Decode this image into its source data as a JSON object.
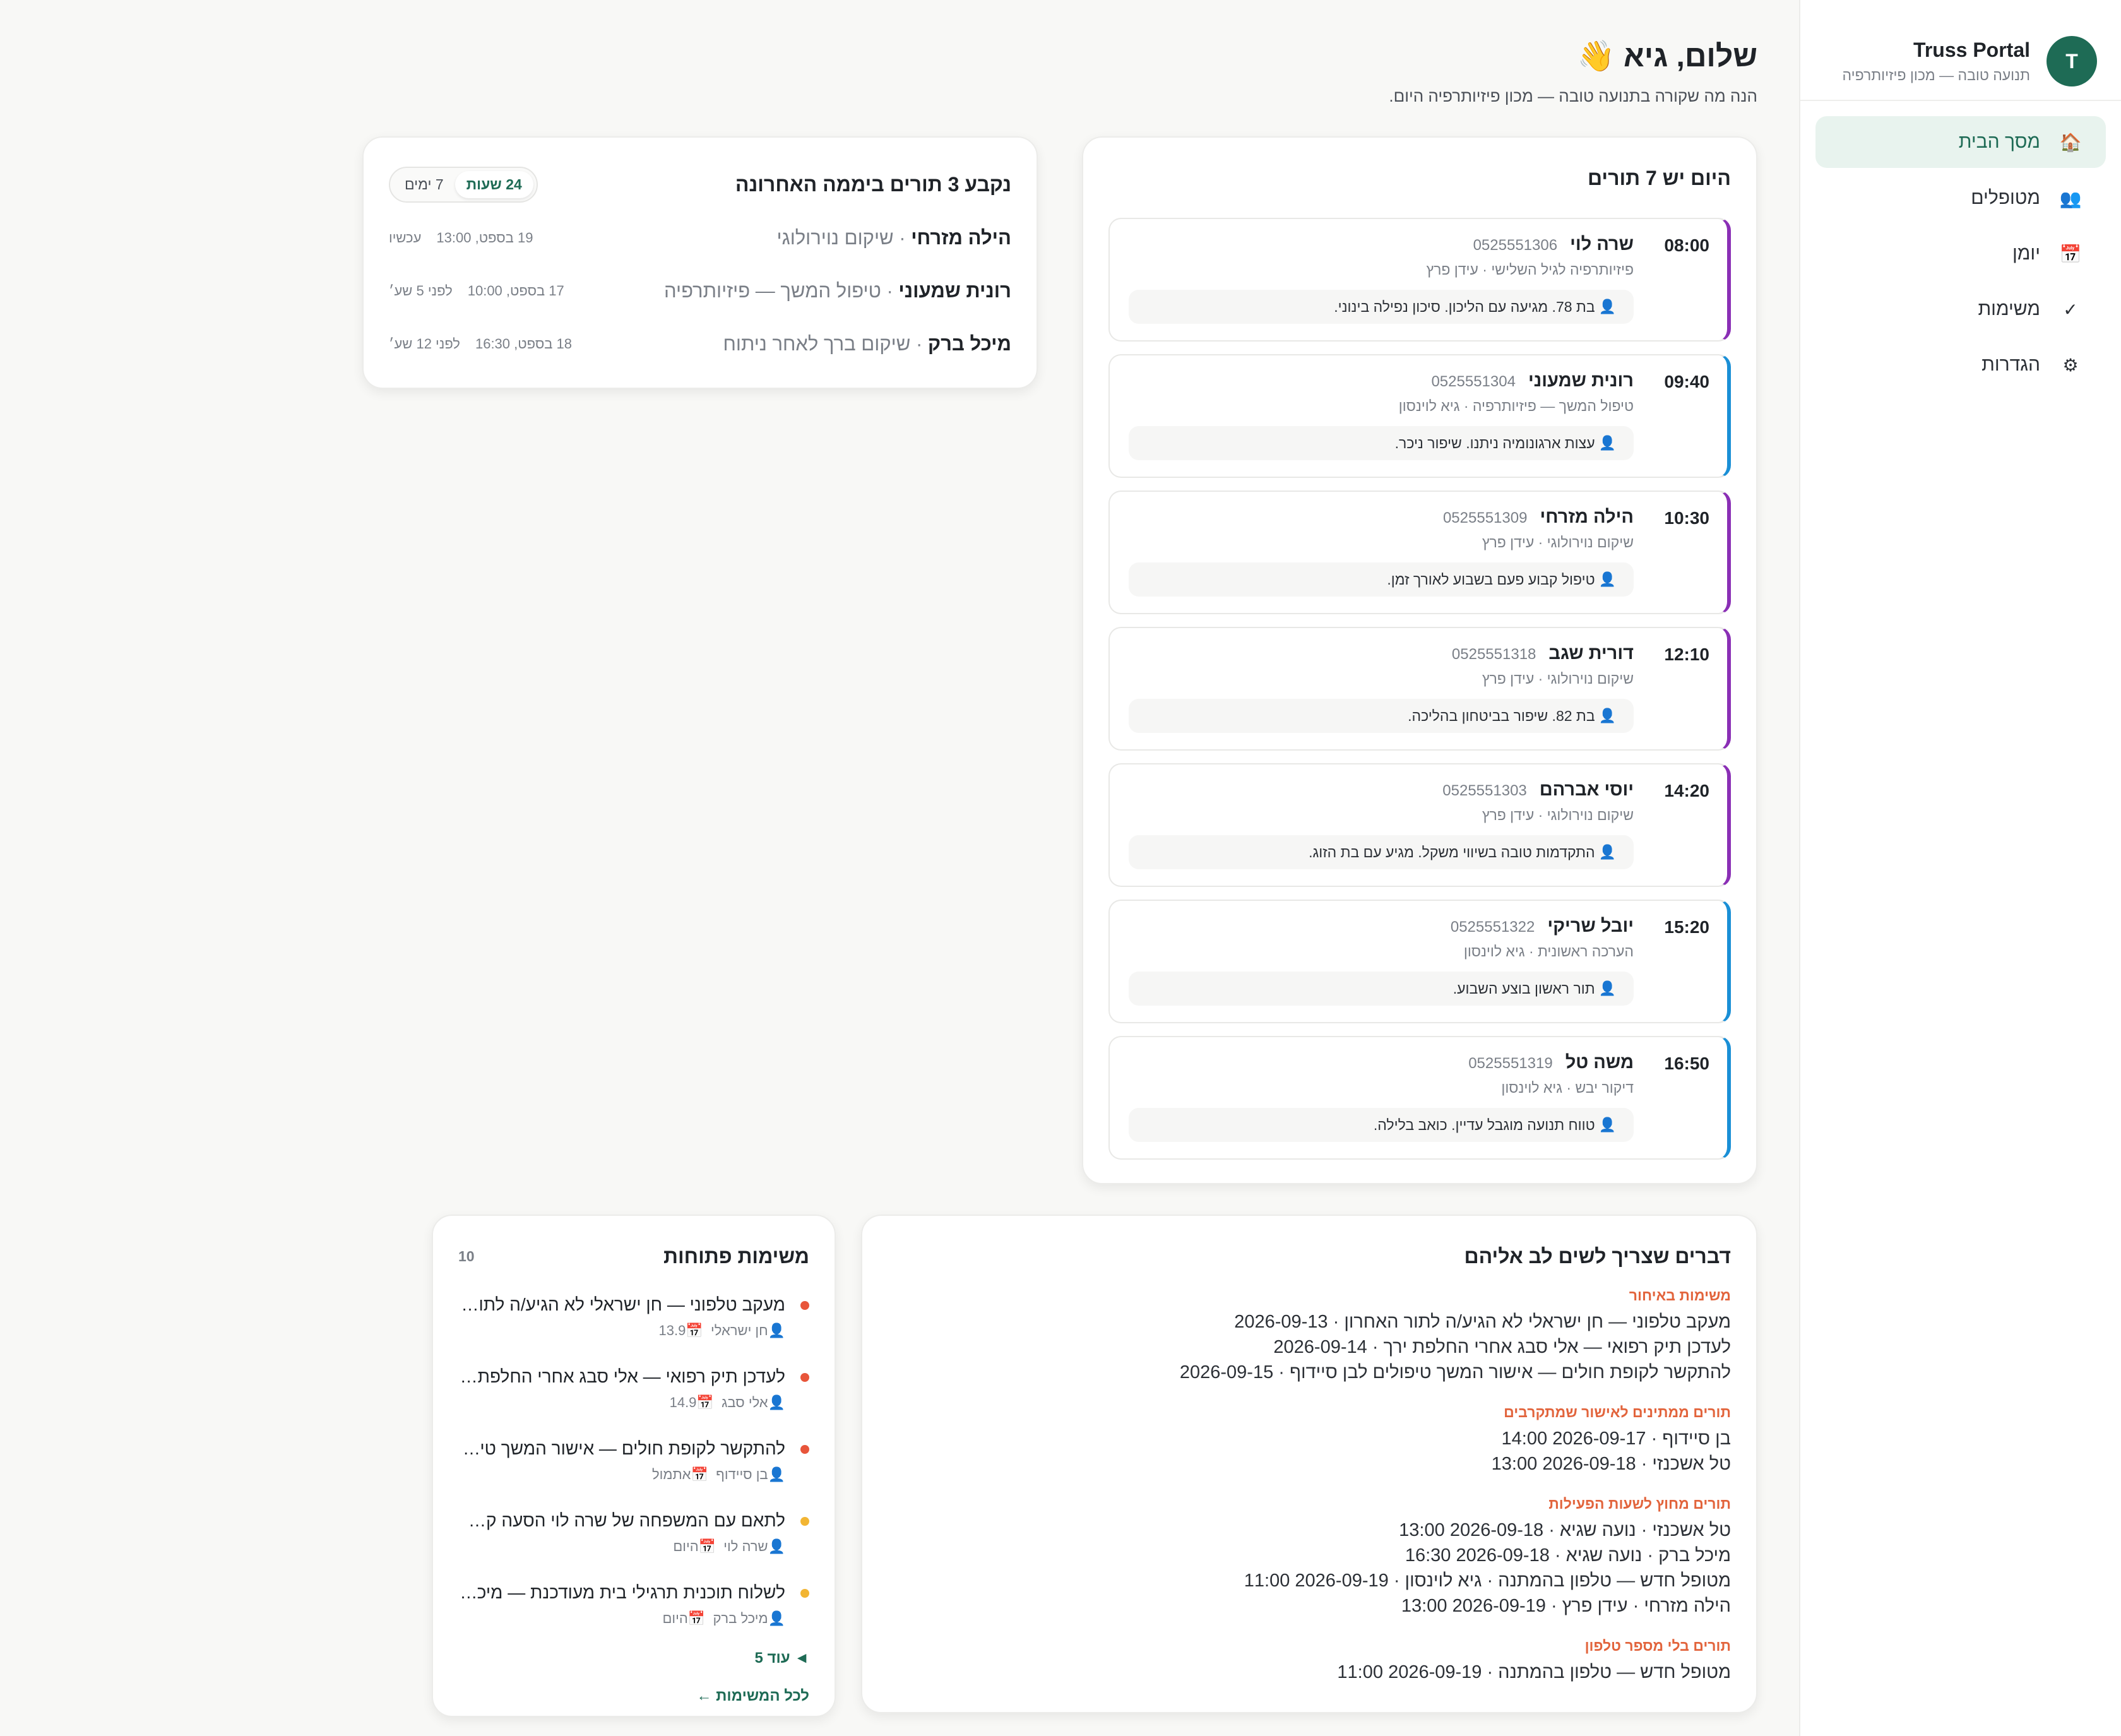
{
  "brand": {
    "name": "Truss Portal",
    "subtitle": "תנועה טובה — מכון פיזיותרפיה",
    "logo_letter": "T",
    "color": "#1e6b55"
  },
  "nav": [
    {
      "label": "מסך הבית",
      "icon": "🏠",
      "active": true
    },
    {
      "label": "מטופלים",
      "icon": "👥",
      "active": false
    },
    {
      "label": "יומן",
      "icon": "📅",
      "active": false
    },
    {
      "label": "משימות",
      "icon": "✓",
      "active": false
    },
    {
      "label": "הגדרות",
      "icon": "⚙",
      "active": false
    }
  ],
  "header": {
    "greeting": "שלום, גיא 👋",
    "subtitle": "הנה מה שקורה בתנועה טובה — מכון פיזיותרפיה היום."
  },
  "today": {
    "title": "היום יש 7 תורים",
    "appointments": [
      {
        "time": "08:00",
        "name": "שרה לוי",
        "phone": "0525551306",
        "sub": "פיזיותרפיה לגיל השלישי · עידן פרץ",
        "note": "בת 78. מגיעה עם הליכון. סיכון נפילה בינוני.",
        "color": "purple"
      },
      {
        "time": "09:40",
        "name": "רונית שמעוני",
        "phone": "0525551304",
        "sub": "טיפול המשך — פיזיותרפיה · גיא לוינסון",
        "note": "עצות ארגונומיה ניתנו. שיפור ניכר.",
        "color": "blue"
      },
      {
        "time": "10:30",
        "name": "הילה מזרחי",
        "phone": "0525551309",
        "sub": "שיקום נוירולוגי · עידן פרץ",
        "note": "טיפול קבוע פעם בשבוע לאורך זמן.",
        "color": "purple"
      },
      {
        "time": "12:10",
        "name": "דורית שגב",
        "phone": "0525551318",
        "sub": "שיקום נוירולוגי · עידן פרץ",
        "note": "בת 82. שיפור בביטחון בהליכה.",
        "color": "purple"
      },
      {
        "time": "14:20",
        "name": "יוסי אברהם",
        "phone": "0525551303",
        "sub": "שיקום נוירולוגי · עידן פרץ",
        "note": "התקדמות טובה בשיווי משקל. מגיע עם בת הזוג.",
        "color": "purple"
      },
      {
        "time": "15:20",
        "name": "יובל שריקי",
        "phone": "0525551322",
        "sub": "הערכה ראשונית · גיא לוינסון",
        "note": "תור ראשון בוצע השבוע.",
        "color": "blue"
      },
      {
        "time": "16:50",
        "name": "משה טל",
        "phone": "0525551319",
        "sub": "דיקור יבש · גיא לוינסון",
        "note": "טווח תנועה מוגבל עדיין. כואב בלילה.",
        "color": "blue"
      }
    ]
  },
  "recent": {
    "title": "נקבע 3 תורים ביממה האחרונה",
    "toggle": {
      "hours": "24 שעות",
      "days": "7 ימים"
    },
    "rows": [
      {
        "name": "הילה מזרחי",
        "type": "שיקום נוירולוגי",
        "date": "19 בספט, 13:00",
        "ago": "עכשיו"
      },
      {
        "name": "רונית שמעוני",
        "type": "טיפול המשך — פיזיותרפיה",
        "date": "17 בספט, 10:00",
        "ago": "לפני 5 שע׳"
      },
      {
        "name": "מיכל ברק",
        "type": "שיקום ברך לאחר ניתוח",
        "date": "18 בספט, 16:30",
        "ago": "לפני 12 שע׳"
      }
    ]
  },
  "attention": {
    "title": "דברים שצריך לשים לב אליהם",
    "groups": [
      {
        "title": "משימות באיחור",
        "lines": [
          "מעקב טלפוני — חן ישראלי לא הגיע/ה לתור האחרון · 2026-09-13",
          "לעדכן תיק רפואי — אלי סבג אחרי החלפת ירך · 2026-09-14",
          "להתקשר לקופת חולים — אישור המשך טיפולים לבן סיידוף · 2026-09-15"
        ]
      },
      {
        "title": "תורים ממתינים לאישור שמתקרבים",
        "lines": [
          "בן סיידוף · 2026-09-17 14:00",
          "טל אשכנזי · 2026-09-18 13:00"
        ]
      },
      {
        "title": "תורים מחוץ לשעות הפעילות",
        "lines": [
          "טל אשכנזי · נועה שגיא · 2026-09-18 13:00",
          "מיכל ברק · נועה שגיא · 2026-09-18 16:30",
          "מטופל חדש — טלפון בהמתנה · גיא לוינסון · 2026-09-19 11:00",
          "הילה מזרחי · עידן פרץ · 2026-09-19 13:00"
        ]
      },
      {
        "title": "תורים בלי מספר טלפון",
        "lines": [
          "מטופל חדש — טלפון בהמתנה · 2026-09-19 11:00"
        ]
      }
    ]
  },
  "tasks": {
    "title": "משימות פתוחות",
    "count": "10",
    "items": [
      {
        "title": "מעקב טלפוני — חן ישראלי לא הגיע/ה לתור האחרון",
        "person": "חן ישראלי",
        "due": "13.9",
        "priority": "high"
      },
      {
        "title": "לעדכן תיק רפואי — אלי סבג אחרי החלפת ירך",
        "person": "אלי סבג",
        "due": "14.9",
        "priority": "high"
      },
      {
        "title": "להתקשר לקופת חולים — אישור המשך טיפולים ל...",
        "person": "בן סיידוף",
        "due": "אתמול",
        "priority": "high"
      },
      {
        "title": "לתאם עם המשפחה של שרה לוי הסעה קבועה",
        "person": "שרה לוי",
        "due": "היום",
        "priority": "medium"
      },
      {
        "title": "לשלוח תוכנית תרגילי בית מעודכנת — מיכל ברק",
        "person": "מיכל ברק",
        "due": "היום",
        "priority": "medium"
      }
    ],
    "more": "עוד 5",
    "all_link": "לכל המשימות ←"
  }
}
